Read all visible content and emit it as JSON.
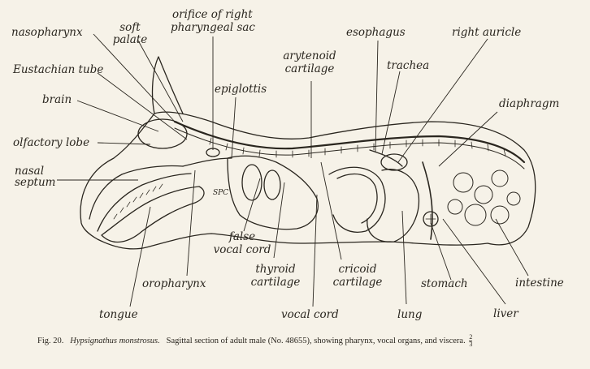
{
  "labels": {
    "nasopharynx": "nasopharynx",
    "soft_palate_1": "soft",
    "soft_palate_2": "palate",
    "orifice_1": "orifice of right",
    "orifice_2": "pharyngeal sac",
    "esophagus": "esophagus",
    "right_auricle": "right auricle",
    "eustachian_tube": "Eustachian tube",
    "arytenoid_1": "arytenoid",
    "arytenoid_2": "cartilage",
    "trachea": "trachea",
    "epiglottis": "epiglottis",
    "brain": "brain",
    "diaphragm": "diaphragm",
    "olfactory_lobe": "olfactory lobe",
    "nasal_1": "nasal",
    "nasal_2": "septum",
    "false_vocal_1": "false",
    "false_vocal_2": "vocal cord",
    "thyroid_1": "thyroid",
    "thyroid_2": "cartilage",
    "cricoid_1": "cricoid",
    "cricoid_2": "cartilage",
    "oropharynx": "oropharynx",
    "stomach": "stomach",
    "intestine": "intestine",
    "tongue": "tongue",
    "vocal_cord": "vocal cord",
    "lung": "lung",
    "liver": "liver"
  },
  "signature": "SPC",
  "caption": {
    "fig": "Fig. 20.",
    "species": "Hypsignathus monstrosus.",
    "text": "Sagittal section of adult male (No. 48655), showing pharynx, vocal organs, and viscera.",
    "scale_num": "2",
    "scale_den": "3"
  }
}
